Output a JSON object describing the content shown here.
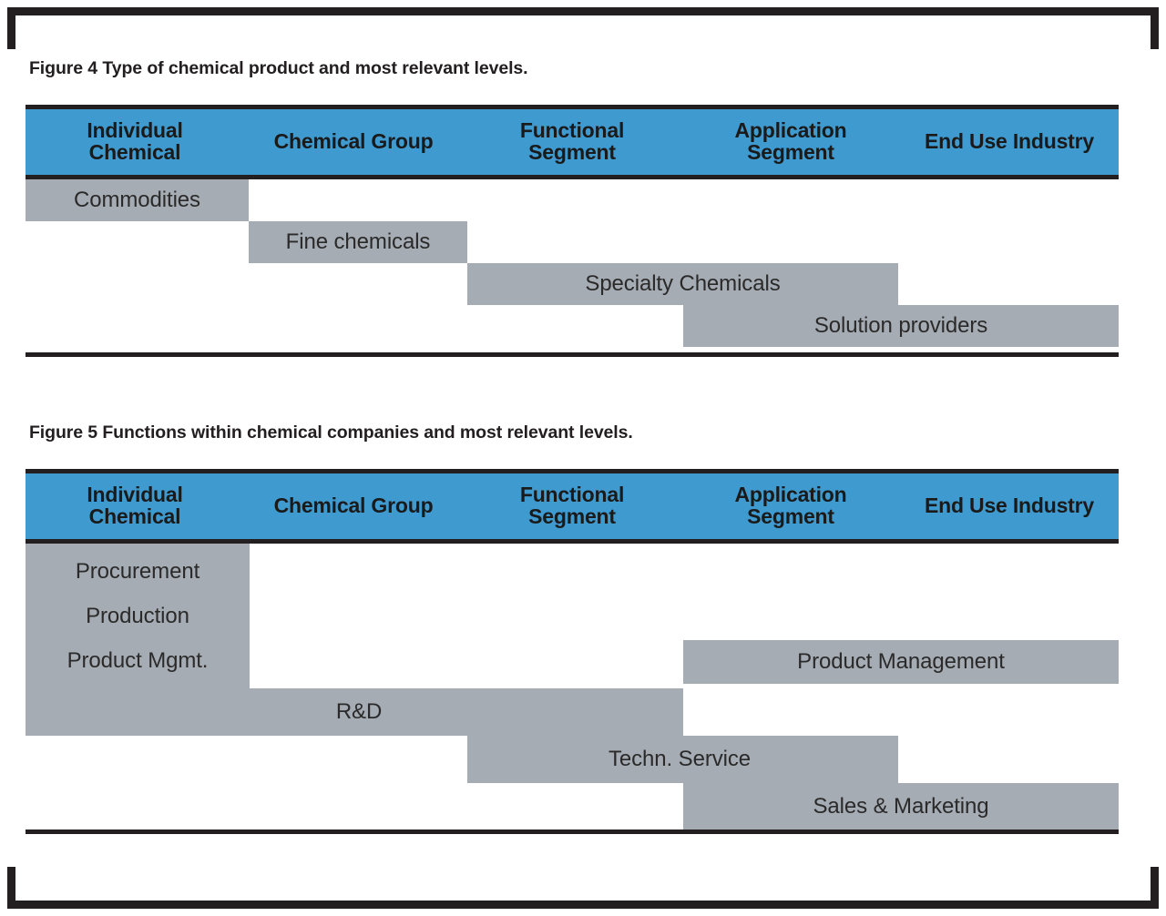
{
  "page": {
    "background": "#ffffff",
    "frame_color": "#231f20",
    "header_color": "#3f9ad0",
    "bar_color": "#a6acb3",
    "text_color": "#231f20"
  },
  "columns": [
    "Individual\nChemical",
    "Chemical Group",
    "Functional\nSegment",
    "Application\nSegment",
    "End Use Industry"
  ],
  "figures": [
    {
      "id": "figure-4",
      "caption": "Figure 4 Type of chemical product and most relevant levels.",
      "bars": [
        {
          "label": "Commodities",
          "start_col": 0,
          "end_col": 1
        },
        {
          "label": "Fine chemicals",
          "start_col": 1,
          "end_col": 2
        },
        {
          "label": "Specialty Chemicals",
          "start_col": 2,
          "end_col": 4
        },
        {
          "label": "Solution providers",
          "start_col": 3,
          "end_col": 5
        }
      ]
    },
    {
      "id": "figure-5",
      "caption": "Figure 5 Functions within chemical companies and most relevant levels.",
      "bars": [
        {
          "labels": [
            "Procurement",
            "Production",
            "Product Mgmt."
          ],
          "start_col": 0,
          "end_col": 1
        },
        {
          "label": "Product Management",
          "start_col": 3,
          "end_col": 5
        },
        {
          "label": "R&D",
          "start_col": 0,
          "end_col": 3
        },
        {
          "label": "Techn. Service",
          "start_col": 2,
          "end_col": 4
        },
        {
          "label": "Sales & Marketing",
          "start_col": 3,
          "end_col": 5
        }
      ]
    }
  ],
  "chart_data": {
    "type": "bar",
    "title": "Chemical product types and company functions mapped to market levels",
    "categories": [
      "Individual Chemical",
      "Chemical Group",
      "Functional Segment",
      "Application Segment",
      "End Use Industry"
    ],
    "charts": [
      {
        "title": "Figure 4 Type of chemical product and most relevant levels.",
        "series": [
          {
            "name": "Commodities",
            "span_start": 1,
            "span_end": 1,
            "span_labels": [
              "Individual Chemical"
            ]
          },
          {
            "name": "Fine chemicals",
            "span_start": 2,
            "span_end": 2,
            "span_labels": [
              "Chemical Group"
            ]
          },
          {
            "name": "Specialty Chemicals",
            "span_start": 3,
            "span_end": 4,
            "span_labels": [
              "Functional Segment",
              "Application Segment"
            ]
          },
          {
            "name": "Solution providers",
            "span_start": 4,
            "span_end": 5,
            "span_labels": [
              "Application Segment",
              "End Use Industry"
            ]
          }
        ]
      },
      {
        "title": "Figure 5 Functions within chemical companies and most relevant levels.",
        "series": [
          {
            "name": "Procurement",
            "span_start": 1,
            "span_end": 1,
            "span_labels": [
              "Individual Chemical"
            ]
          },
          {
            "name": "Production",
            "span_start": 1,
            "span_end": 1,
            "span_labels": [
              "Individual Chemical"
            ]
          },
          {
            "name": "Product Mgmt.",
            "span_start": 1,
            "span_end": 1,
            "span_labels": [
              "Individual Chemical"
            ]
          },
          {
            "name": "Product Management",
            "span_start": 4,
            "span_end": 5,
            "span_labels": [
              "Application Segment",
              "End Use Industry"
            ]
          },
          {
            "name": "R&D",
            "span_start": 1,
            "span_end": 3,
            "span_labels": [
              "Individual Chemical",
              "Chemical Group",
              "Functional Segment"
            ]
          },
          {
            "name": "Techn. Service",
            "span_start": 3,
            "span_end": 4,
            "span_labels": [
              "Functional Segment",
              "Application Segment"
            ]
          },
          {
            "name": "Sales & Marketing",
            "span_start": 4,
            "span_end": 5,
            "span_labels": [
              "Application Segment",
              "End Use Industry"
            ]
          }
        ]
      }
    ],
    "xlabel": "",
    "ylabel": "",
    "grid": false,
    "legend": "none"
  }
}
